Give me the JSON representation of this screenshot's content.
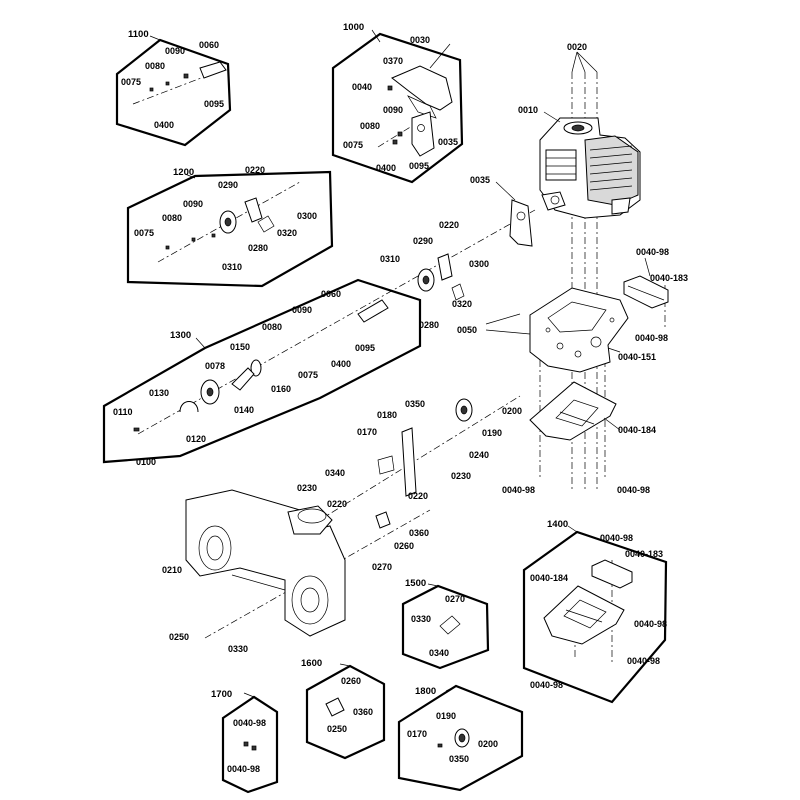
{
  "groups": {
    "g1000": "1000",
    "g1100": "1100",
    "g1200": "1200",
    "g1300": "1300",
    "g1400": "1400",
    "g1500": "1500",
    "g1600": "1600",
    "g1700": "1700",
    "g1800": "1800"
  },
  "parts": {
    "p0010": "0010",
    "p0020": "0020",
    "p0030": "0030",
    "p0035": "0035",
    "p0040": "0040",
    "p004098": "0040-98",
    "p0040151": "0040-151",
    "p0040183": "0040-183",
    "p0040184": "0040-184",
    "p0050": "0050",
    "p0060": "0060",
    "p0075": "0075",
    "p0078": "0078",
    "p0080": "0080",
    "p0090": "0090",
    "p0095": "0095",
    "p0100": "0100",
    "p0110": "0110",
    "p0120": "0120",
    "p0130": "0130",
    "p0140": "0140",
    "p0150": "0150",
    "p0160": "0160",
    "p0170": "0170",
    "p0180": "0180",
    "p0190": "0190",
    "p0200": "0200",
    "p0210": "0210",
    "p0220": "0220",
    "p0230": "0230",
    "p0240": "0240",
    "p0250": "0250",
    "p0260": "0260",
    "p0270": "0270",
    "p0280": "0280",
    "p0290": "0290",
    "p0300": "0300",
    "p0310": "0310",
    "p0320": "0320",
    "p0330": "0330",
    "p0340": "0340",
    "p0350": "0350",
    "p0360": "0360",
    "p0370": "0370",
    "p0400": "0400"
  }
}
